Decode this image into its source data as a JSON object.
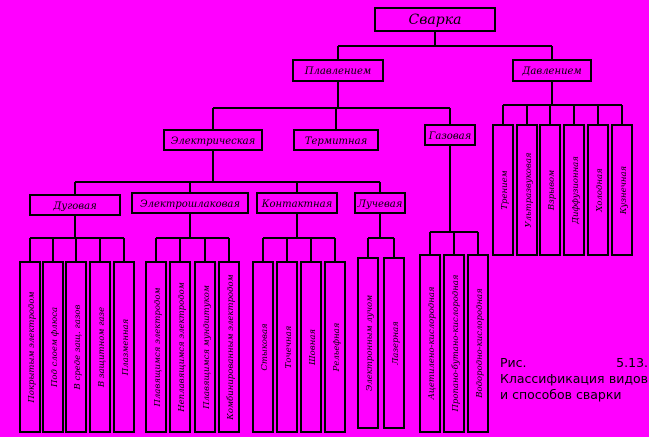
{
  "diagram": {
    "root": "Сварка",
    "l2_left": "Плавлением",
    "l2_right": "Давлением",
    "l3": [
      "Электрическая",
      "Термитная",
      "Газовая"
    ],
    "l4": [
      "Дуговая",
      "Электрошлаковая",
      "Контактная",
      "Лучевая"
    ],
    "arc_leaves": [
      "Покрытым электродом",
      "Под слоем флюса",
      "В среде защ. газов",
      "В защитном газе",
      "Плазменная"
    ],
    "eslag_leaves": [
      "Плавящимся электродом",
      "Неплавящимся электродом",
      "Плавящимся мундштуком",
      "Комбинированным электродом"
    ],
    "contact_leaves": [
      "Стыковая",
      "Точечная",
      "Шовная",
      "Рельефная"
    ],
    "beam_leaves": [
      "Электронным лучом",
      "Лазерная"
    ],
    "gas_leaves": [
      "Ацетилено-кислородная",
      "Пропано-бутано-кислородная",
      "Водородно-кислородная"
    ],
    "pressure_leaves": [
      "Трением",
      "Ультразвуковая",
      "Взрывом",
      "Диффузионная",
      "Холодная",
      "Кузнечная"
    ]
  },
  "caption": "Рис. 5.13. Классификация видов и способов сварки"
}
